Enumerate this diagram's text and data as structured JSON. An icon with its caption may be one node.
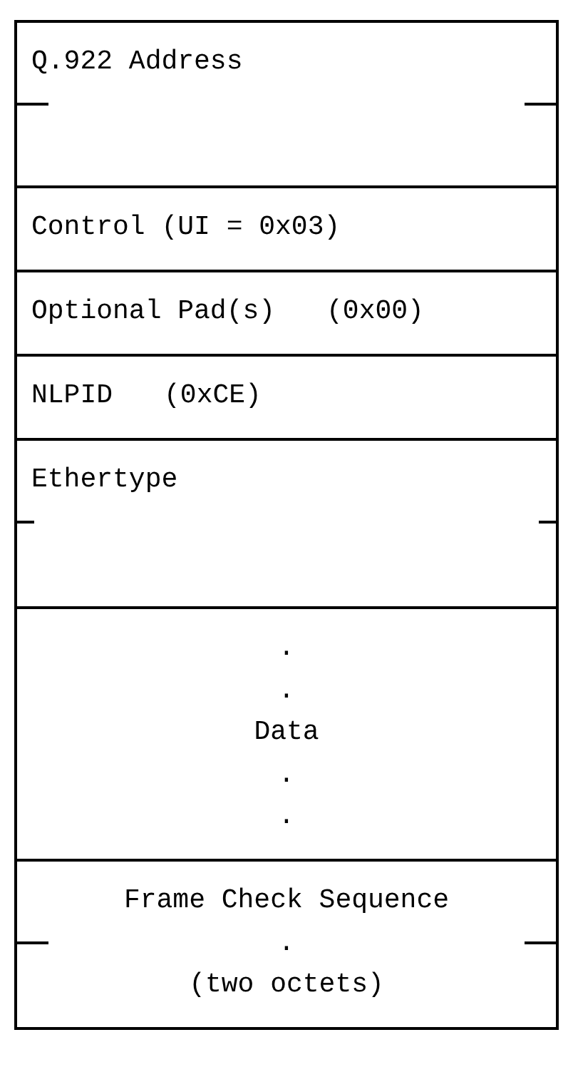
{
  "diagram": {
    "nodes": [
      {
        "text": [
          "Q.922 Address"
        ]
      },
      {
        "text": [
          "Control (UI = 0x03)"
        ]
      },
      {
        "text": [
          "Optional Pad(s)",
          "(0x00)"
        ]
      },
      {
        "text": [
          "NLPID",
          "(0xCE)"
        ]
      },
      {
        "text": [
          "Ethertype"
        ]
      },
      {
        "text": [
          ".",
          ".",
          "Data",
          ".",
          "."
        ]
      },
      {
        "text": [
          "Frame Check Sequence",
          ".",
          "(two octets)"
        ]
      }
    ]
  }
}
